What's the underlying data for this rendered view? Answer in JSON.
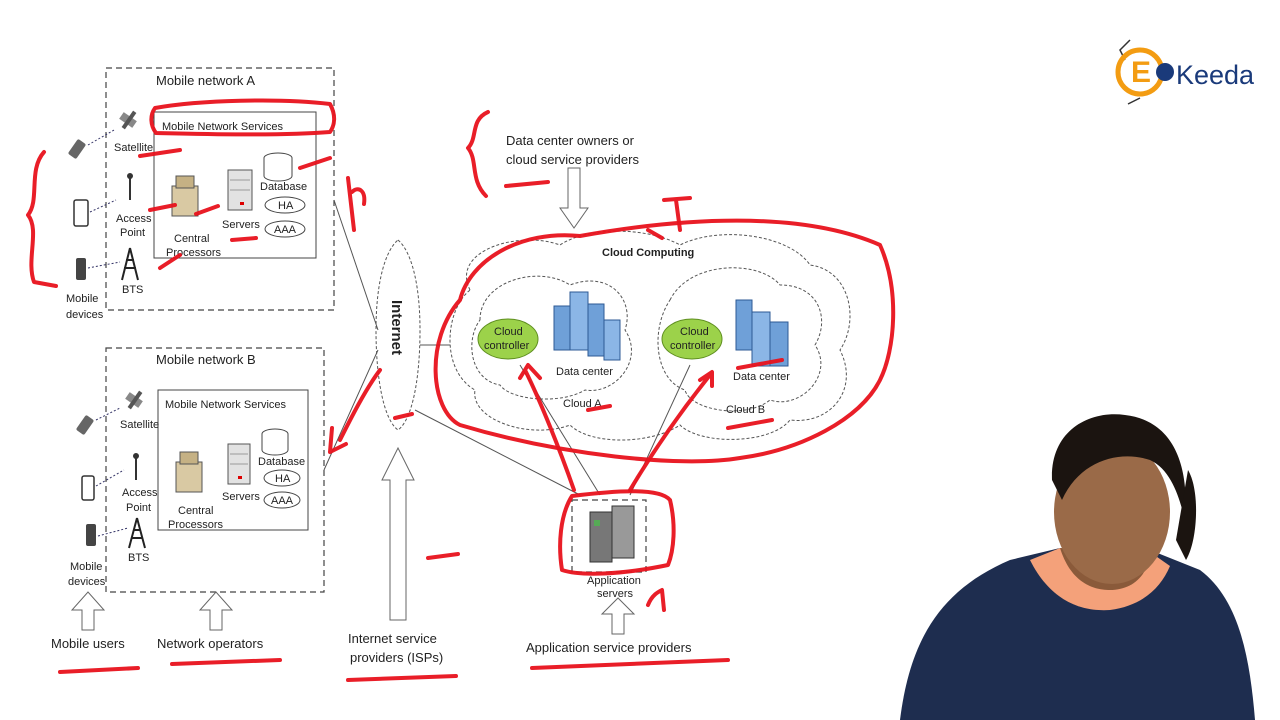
{
  "brand": {
    "logo_text": "Keeda",
    "logo_letter": "E"
  },
  "network_a": {
    "title": "Mobile network A",
    "services": "Mobile Network Services",
    "satellite": "Satellite",
    "access_point": [
      "Access",
      "Point"
    ],
    "bts": "BTS",
    "central": [
      "Central",
      "Processors"
    ],
    "servers": "Servers",
    "database": "Database",
    "ha": "HA",
    "aaa": "AAA",
    "devices": [
      "Mobile",
      "devices"
    ]
  },
  "network_b": {
    "title": "Mobile network B",
    "services": "Mobile Network Services",
    "satellite": "Satellite",
    "access_point": [
      "Access",
      "Point"
    ],
    "bts": "BTS",
    "central": [
      "Central",
      "Processors"
    ],
    "servers": "Servers",
    "database": "Database",
    "ha": "HA",
    "aaa": "AAA",
    "devices": [
      "Mobile",
      "devices"
    ]
  },
  "internet": "Internet",
  "dc_owners": [
    "Data center owners or",
    "cloud service providers"
  ],
  "cloud": {
    "title": "Cloud Computing",
    "controller": [
      "Cloud",
      "controller"
    ],
    "data_center": "Data center",
    "cloud_a": "Cloud A",
    "cloud_b": "Cloud B"
  },
  "app_servers": [
    "Application",
    "servers"
  ],
  "bottom": {
    "mobile_users": "Mobile users",
    "network_operators": "Network operators",
    "isps": [
      "Internet service",
      "providers (ISPs)"
    ],
    "asps": "Application service providers"
  },
  "colors": {
    "annotation": "#e8121c",
    "logo_orange": "#f39c12",
    "logo_blue": "#1a3a7a"
  }
}
